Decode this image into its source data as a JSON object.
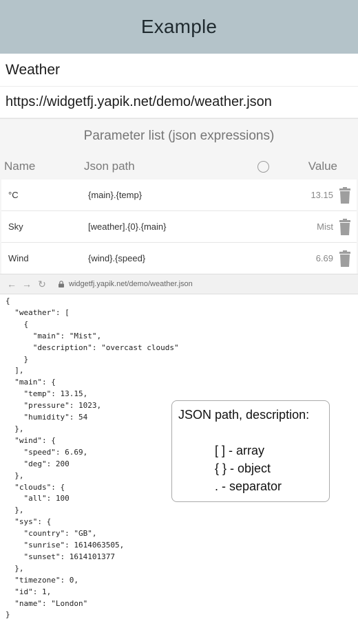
{
  "header": {
    "title": "Example"
  },
  "widget": {
    "name": "Weather",
    "url": "https://widgetfj.yapik.net/demo/weather.json"
  },
  "params": {
    "title": "Parameter list (json expressions)",
    "columns": {
      "name": "Name",
      "path": "Json path",
      "value": "Value"
    },
    "rows": [
      {
        "name": "°C",
        "path": "{main}.{temp}",
        "value": "13.15"
      },
      {
        "name": "Sky",
        "path": "[weather].{0}.{main}",
        "value": "Mist"
      },
      {
        "name": "Wind",
        "path": "{wind}.{speed}",
        "value": "6.69"
      }
    ]
  },
  "browser": {
    "back_icon": "arrow-left-icon",
    "forward_icon": "arrow-right-icon",
    "reload_icon": "reload-icon",
    "lock_icon": "lock-icon",
    "url": "widgetfj.yapik.net/demo/weather.json"
  },
  "json_text": "{\n  \"weather\": [\n    {\n      \"main\": \"Mist\",\n      \"description\": \"overcast clouds\"\n    }\n  ],\n  \"main\": {\n    \"temp\": 13.15,\n    \"pressure\": 1023,\n    \"humidity\": 54\n  },\n  \"wind\": {\n    \"speed\": 6.69,\n    \"deg\": 200\n  },\n  \"clouds\": {\n    \"all\": 100\n  },\n  \"sys\": {\n    \"country\": \"GB\",\n    \"sunrise\": 1614063505,\n    \"sunset\": 1614101377\n  },\n  \"timezone\": 0,\n  \"id\": 1,\n  \"name\": \"London\"\n}",
  "help": {
    "title": "JSON path, description:",
    "lines": [
      "[ ] - array",
      "{ } - object",
      ". - separator"
    ]
  },
  "colors": {
    "header_bg": "#b4c3c9",
    "section_bg": "#f5f5f5",
    "trash_icon": "#9e9e9e"
  }
}
